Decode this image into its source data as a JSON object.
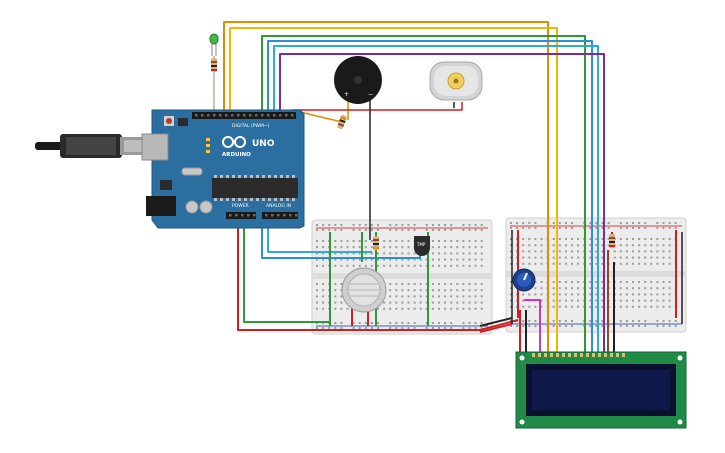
{
  "arduino": {
    "logo_text": "ARDUINO",
    "model": "UNO",
    "digital_label": "DIGITAL (PWM~)",
    "analog_label": "ANALOG IN",
    "power_label": "POWER"
  },
  "transistor": {
    "label": "TMP"
  },
  "colors": {
    "board": "#2a6fa0",
    "breadboard": "#eeeeee",
    "lcd_pcb": "#1f8b46",
    "lcd_screen": "#101a4a",
    "wire_orange": "#e68a00",
    "wire_yellow": "#f2b705",
    "wire_green": "#2f9a35",
    "wire_blue": "#2a8fd6",
    "wire_cyan": "#30a8d8",
    "wire_purple": "#7b2c9c",
    "wire_red": "#d21e1e",
    "wire_black": "#222222"
  }
}
